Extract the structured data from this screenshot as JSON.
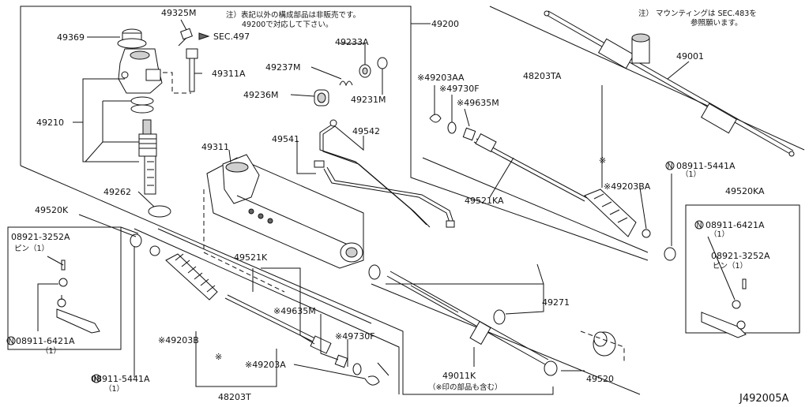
{
  "diagram": {
    "drawing_code": "J492005A",
    "notes": {
      "main": [
        "注）表記以外の構成部品は非販売です。",
        "49200で対応して下さい。"
      ],
      "mounting": [
        "注） マウンティングは SEC.483を",
        "参照願います。"
      ],
      "sec_ref": "SEC.497",
      "kit_note": "（※印の部品も含む）"
    },
    "labels": {
      "p49325M": "49325M",
      "p49369": "49369",
      "p49311A": "49311A",
      "p49210": "49210",
      "p49262": "49262",
      "p49520K": "49520K",
      "p08921_3252A_l": "08921-3252A",
      "pin_l": "ピン（1）",
      "p08911_6421A_l": "08911-6421A",
      "qty1_a": "（1）",
      "p08911_5441A_l": "08911-5441A",
      "qty1_b": "（1）",
      "p49203B": "※49203B",
      "p49521K": "49521K",
      "p49635M_l": "※49635M",
      "p49730F_l": "※49730F",
      "p49203A": "※49203A",
      "p48203T": "48203T",
      "p49200": "49200",
      "p49233A": "49233A",
      "p49237M": "49237M",
      "p49231M": "49231M",
      "p49236M": "49236M",
      "p49311": "49311",
      "p49541": "49541",
      "p49542": "49542",
      "p49203AA": "※49203AA",
      "p49730F_r": "※49730F",
      "p49635M_r": "※49635M",
      "p48203TA": "48203TA",
      "p49521KA": "49521KA",
      "p49203BA": "※49203BA",
      "p49001": "49001",
      "p08911_5441A_r": "08911-5441A",
      "qty1_c": "（1）",
      "p49520KA": "49520KA",
      "p08911_6421A_r": "08911-6421A",
      "qty1_d": "（1）",
      "p08921_3252A_r": "08921-3252A",
      "pin_r": "ピン（1）",
      "p49271": "49271",
      "p49011K": "49011K",
      "p49520": "49520",
      "star": "※"
    }
  }
}
